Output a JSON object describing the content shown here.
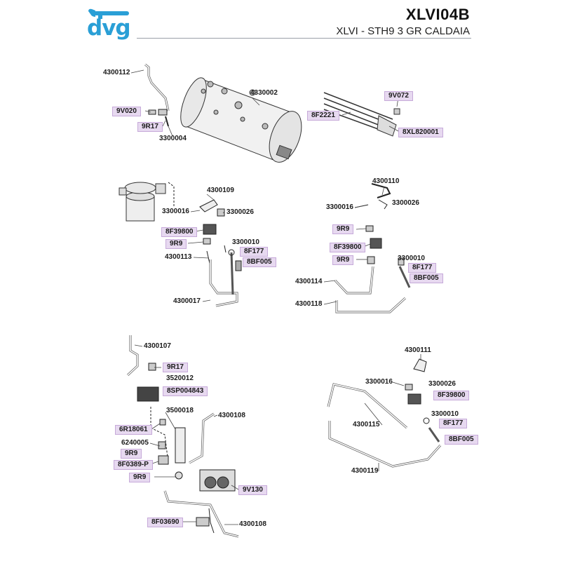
{
  "header": {
    "brand": "dvg",
    "code": "XLVI04B",
    "subtitle": "XLVI - STH9 3 GR CALDAIA"
  },
  "colors": {
    "brand_blue": "#2a9fd6",
    "highlight_fill": "#e7d9f0",
    "highlight_border": "#c6aad9"
  },
  "labels": {
    "p4300112": "4300112",
    "p9V020": "9V020",
    "p9R17a": "9R17",
    "p3300004": "3300004",
    "p4330002": "4330002",
    "p9V072": "9V072",
    "p8F2221": "8F2221",
    "p8XL820001": "8XL820001",
    "p4300109": "4300109",
    "p3300016a": "3300016",
    "p3300026a": "3300026",
    "p8F39800a": "8F39800",
    "p9R9a": "9R9",
    "p3300010a": "3300010",
    "p8F177a": "8F177",
    "p4300113": "4300113",
    "p8BF005a": "8BF005",
    "p4300017": "4300017",
    "p4300110": "4300110",
    "p3300016b": "3300016",
    "p3300026b": "3300026",
    "p9R9b": "9R9",
    "p8F39800b": "8F39800",
    "p9R9c": "9R9",
    "p3300010b": "3300010",
    "p8F177b": "8F177",
    "p4300114": "4300114",
    "p8BF005b": "8BF005",
    "p4300118": "4300118",
    "p4300107": "4300107",
    "p9R17b": "9R17",
    "p3520012": "3520012",
    "p8SP004843": "8SP004843",
    "p3500018": "3500018",
    "p4300108a": "4300108",
    "p6R18061": "6R18061",
    "p6240005": "6240005",
    "p9R9d": "9R9",
    "p8F0389P": "8F0389-P",
    "p9R9e": "9R9",
    "p9V130": "9V130",
    "p8F03690": "8F03690",
    "p4300108b": "4300108",
    "p4300111": "4300111",
    "p3300016c": "3300016",
    "p3300026c": "3300026",
    "p8F39800c": "8F39800",
    "p3300010c": "3300010",
    "p4300115": "4300115",
    "p8F177c": "8F177",
    "p8BF005c": "8BF005",
    "p4300119": "4300119"
  }
}
